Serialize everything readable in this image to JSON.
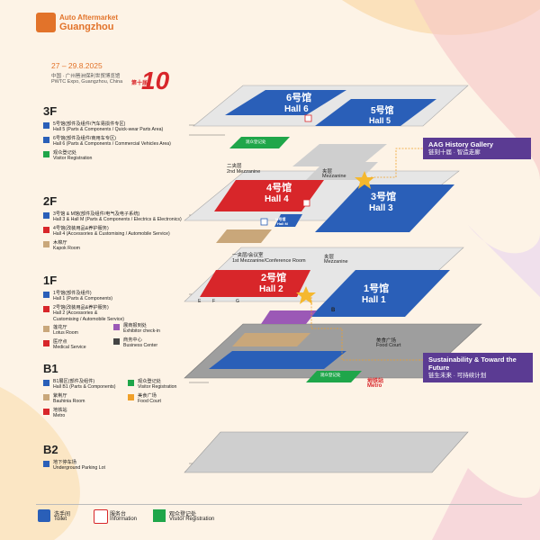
{
  "brand": {
    "logo_line1": "Auto Aftermarket",
    "logo_line2": "Guangzhou",
    "date": "27 – 29.8.2025",
    "venue_cn": "中国 · 广州琶洲保利世贸博览馆",
    "venue_en": "PWTC Expo, Guangzhou, China",
    "badge_text": "第十届",
    "badge_number": "10"
  },
  "floors": {
    "f3": "3F",
    "f2": "2F",
    "f1": "1F",
    "b1": "B1",
    "b2": "B2"
  },
  "legend": {
    "f3": [
      {
        "color": "#2a5fb8",
        "cn": "5号馆(部件及组件/汽车易损件专区)",
        "en": "Hall 5 (Parts & Components / Quick-wear Parts Area)"
      },
      {
        "color": "#2a5fb8",
        "cn": "6号馆(部件及组件/商用车专区)",
        "en": "Hall 6 (Parts & Components / Commercial Vehicles Area)"
      },
      {
        "color": "#1fa64a",
        "cn": "观众登记处",
        "en": "Visitor Registration"
      }
    ],
    "f2": [
      {
        "color": "#2a5fb8",
        "cn": "3号馆 & M馆(部件及组件/电气及电子系统)",
        "en": "Hall 3 & Hall M (Parts & Components / Electrics & Electronics)"
      },
      {
        "color": "#d8262a",
        "cn": "4号馆(改装用品&养护服务)",
        "en": "Hall 4 (Accessories & Customising / Automobile Service)"
      },
      {
        "color": "#c9a77a",
        "cn": "木棉厅",
        "en": "Kapok Room"
      }
    ],
    "f1a": [
      {
        "color": "#2a5fb8",
        "cn": "1号馆(部件及组件)",
        "en": "Hall 1 (Parts & Components)"
      },
      {
        "color": "#d8262a",
        "cn": "2号馆(改装用品&养护服务)",
        "en": "Hall 2 (Accessories & Customising / Automobile Service)"
      },
      {
        "color": "#c9a77a",
        "cn": "莲花厅",
        "en": "Lotus Room"
      },
      {
        "color": "#d8262a",
        "cn": "医疗点",
        "en": "Medical Service"
      }
    ],
    "f1b": [
      {
        "color": "#9b59b6",
        "cn": "展商报到处",
        "en": "Exhibitor check-in"
      },
      {
        "color": "#444444",
        "cn": "商务中心",
        "en": "Business Center"
      }
    ],
    "b1a": [
      {
        "color": "#2a5fb8",
        "cn": "B1展区(部件及组件)",
        "en": "Hall B1 (Parts & Components)"
      },
      {
        "color": "#c9a77a",
        "cn": "紫荆厅",
        "en": "Bauhinia Room"
      },
      {
        "color": "#d8262a",
        "cn": "地铁站",
        "en": "Metro"
      }
    ],
    "b1b": [
      {
        "color": "#1fa64a",
        "cn": "观众登记处",
        "en": "Visitor Registration"
      },
      {
        "color": "#f0a02a",
        "cn": "美食广场",
        "en": "Food Court"
      }
    ],
    "b2": [
      {
        "color": "#2a5fb8",
        "cn": "地下停车场",
        "en": "Underground Parking Lot"
      }
    ]
  },
  "bottom_legend": [
    {
      "icon": "toilet-icon",
      "cn": "洗手间",
      "en": "Toilet"
    },
    {
      "icon": "information-icon",
      "cn": "服务台",
      "en": "Information"
    },
    {
      "icon": "visitor-registration-icon",
      "cn": "观众登记处",
      "en": "Visitor Registration"
    }
  ],
  "halls": {
    "hall6": {
      "cn": "6号馆",
      "en": "Hall 6"
    },
    "hall5": {
      "cn": "5号馆",
      "en": "Hall 5"
    },
    "hall4": {
      "cn": "4号馆",
      "en": "Hall 4"
    },
    "hall3": {
      "cn": "3号馆",
      "en": "Hall 3"
    },
    "hall2": {
      "cn": "2号馆",
      "en": "Hall 2"
    },
    "hall1": {
      "cn": "1号馆",
      "en": "Hall 1"
    },
    "hallM_cn": "M号馆",
    "hallM_en": "Hall M"
  },
  "map_labels": {
    "mezz2_cn": "二夹层",
    "mezz2_en": "2nd Mezzanine",
    "mezz_cn": "夹层",
    "mezz_en": "Mezzanine",
    "conf_cn": "一夹层/会议室",
    "conf_en": "1st Mezzanine/Conference Room",
    "reg_small": "观众登记处",
    "food_cn": "美食广场",
    "food_en": "Food Court",
    "metro_cn": "地铁站",
    "metro_en": "Metro",
    "room_e": "E",
    "room_f": "F",
    "room_g": "G",
    "room_b": "B"
  },
  "callouts": {
    "history": {
      "en": "AAG History Gallery",
      "cn": "链刻十届 · 智造走廊"
    },
    "sustain": {
      "en": "Sustainability & Toward the Future",
      "cn": "链生未来 · 可持续计划"
    }
  },
  "colors": {
    "blue": "#2a5fb8",
    "red": "#d8262a",
    "green": "#1fa64a",
    "purple": "#5b3b93",
    "star": "#f5b82e",
    "orange_line": "#f0a02a"
  }
}
